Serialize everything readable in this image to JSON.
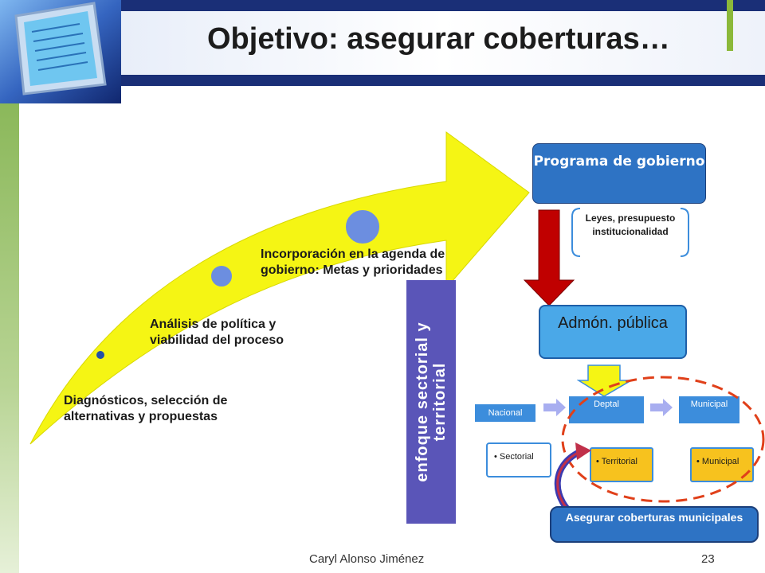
{
  "slide": {
    "title": "Objetivo: asegurar coberturas…",
    "footer_author": "Caryl Alonso Jiménez",
    "page_number": "23"
  },
  "process": {
    "steps": [
      {
        "label": "Diagnósticos, selección de alternativas y propuestas"
      },
      {
        "label": "Análisis  de política y viabilidad del proceso"
      },
      {
        "label": "Incorporación en la agenda de gobierno: Metas y prioridades"
      }
    ]
  },
  "right": {
    "programa": "Programa de gobierno",
    "leyes": "Leyes, presupuesto institucionalidad",
    "admon": "Admón. pública",
    "enfoque": "enfoque  sectorial y territorial",
    "nacional": "Nacional",
    "deptal": "Deptal",
    "municipal": "Municipal",
    "sectorial": "• Sectorial",
    "territorial": "• Territorial",
    "municipal_bullet": "• Municipal",
    "asegurar": "Asegurar coberturas municipales"
  },
  "colors": {
    "header_blue": "#1f3a8f",
    "arrow_yellow": "#f5f514",
    "box_blue": "#2e73c4",
    "enfoque_purple": "#5a55b8",
    "down_arrow_red": "#c00000",
    "dashed_ellipse_red": "#e0401a",
    "highlight_yellow": "#f7c21e"
  }
}
